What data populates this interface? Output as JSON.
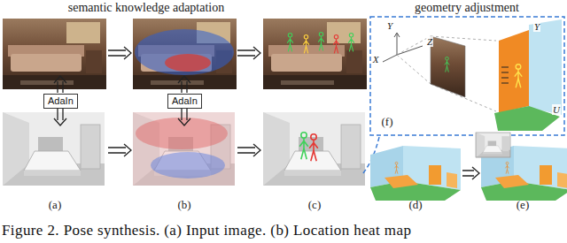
{
  "diagram": {
    "caption": "Figure 2. Pose synthesis. (a) Input image. (b) Location heat map",
    "nodes": [
      {
        "text": [
          "AdaIn"
        ]
      },
      {
        "text": [
          "AdaIn"
        ]
      }
    ],
    "labels": [
      "semantic knowledge adaptation",
      "geometry adjustment",
      "Y",
      "X",
      "Z",
      "Y",
      "U",
      "(f)",
      "(a)",
      "(b)",
      "(c)",
      "(d)",
      "(e)"
    ]
  }
}
